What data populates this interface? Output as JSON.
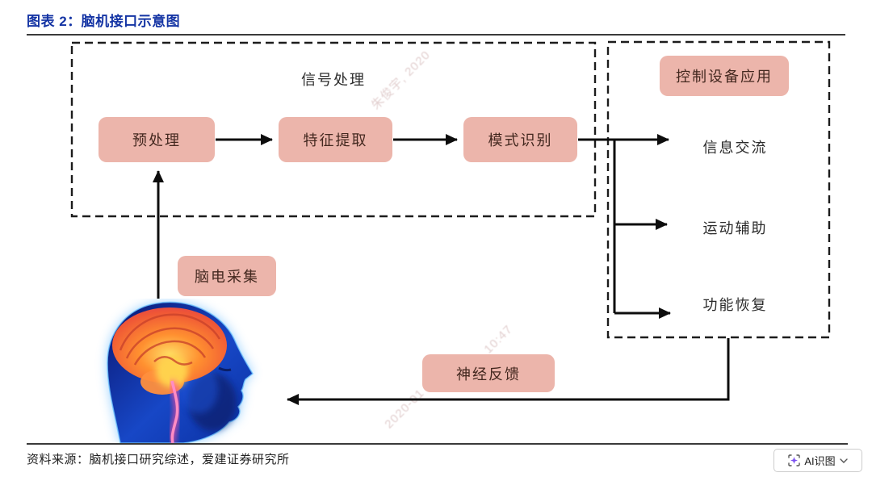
{
  "header": {
    "title": "图表 2：脑机接口示意图"
  },
  "diagram": {
    "signal_box_label": "信号处理",
    "flow_nodes": [
      "预处理",
      "特征提取",
      "模式识别"
    ],
    "acquisition_label": "脑电采集",
    "feedback_label": "神经反馈",
    "control_box_label": "控制设备应用",
    "applications": [
      "信息交流",
      "运动辅助",
      "功能恢复"
    ],
    "watermarks": [
      "朱俊宇, 2020",
      "10:47",
      "2020-01"
    ]
  },
  "footer": {
    "source": "资料来源：脑机接口研究综述，爱建证券研究所",
    "ai_button_label": "AI识图"
  },
  "colors": {
    "title_blue": "#1434a4",
    "node_pink": "#ecb5ab",
    "node_text": "#43281f",
    "rule_gray": "#3a3a3a",
    "arrow_black": "#0d0d0d",
    "dashed_border": "#1c1c1c",
    "ai_sparkle_purple": "#7a4ff0"
  }
}
